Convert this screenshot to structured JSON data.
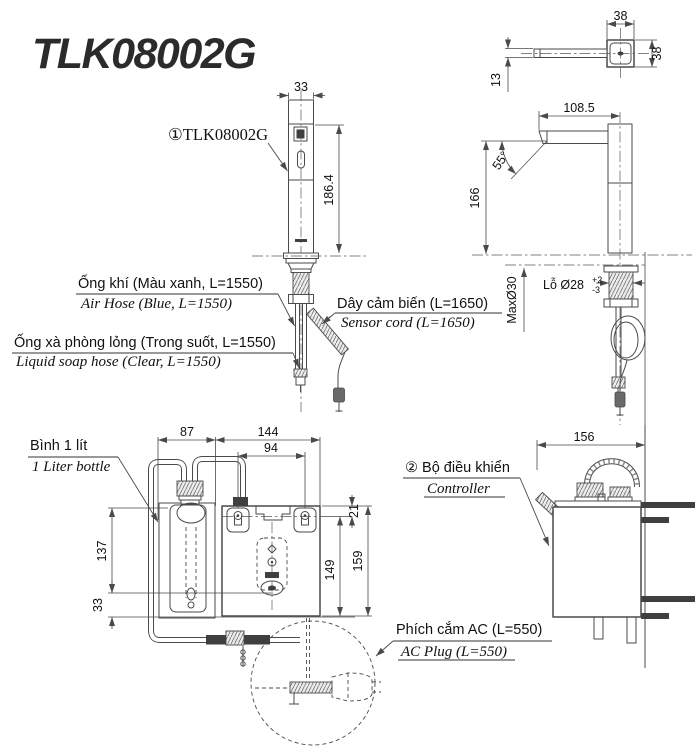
{
  "title": "TLK08002G",
  "callouts": {
    "faucet": {
      "vi": "①TLK08002G"
    },
    "air_hose": {
      "vi": "Ống khí (Màu xanh, L=1550)",
      "en": "Air Hose (Blue, L=1550)"
    },
    "soap_hose": {
      "vi": "Ống xà phòng lỏng (Trong suốt, L=1550)",
      "en": "Liquid soap hose (Clear, L=1550)"
    },
    "sensor_cord": {
      "vi": "Dây cảm biến (L=1650)",
      "en": "Sensor cord (L=1650)"
    },
    "bottle": {
      "vi": "Bình 1 lít",
      "en": "1 Liter bottle"
    },
    "controller": {
      "vi": "② Bộ điều khiển",
      "en": "Controller"
    },
    "ac_plug": {
      "vi": "Phích cắm AC (L=550)",
      "en": "AC Plug (L=550)"
    }
  },
  "dimensions": {
    "front_width": "33",
    "front_height": "186.4",
    "top_width": "38",
    "top_depth": "38",
    "spout_thickness": "13",
    "spout_reach": "108.5",
    "spout_angle": "55°",
    "spout_height": "166",
    "hole": "Lỗ Ø28",
    "hole_tol_plus": "+2",
    "hole_tol_minus": "-3",
    "max_deck": "MaxØ30",
    "bottle_offset": "87",
    "controller_width": "144",
    "mount_pitch": "94",
    "mount_top": "21",
    "bottle_height": "137",
    "mount_height": "149",
    "controller_height": "159",
    "bottom_offset": "33",
    "controller_depth": "156"
  },
  "colors": {
    "background": "#ffffff",
    "line": "#4a4a4a",
    "dark_fill": "#3f3f3f",
    "text": "#111111"
  }
}
